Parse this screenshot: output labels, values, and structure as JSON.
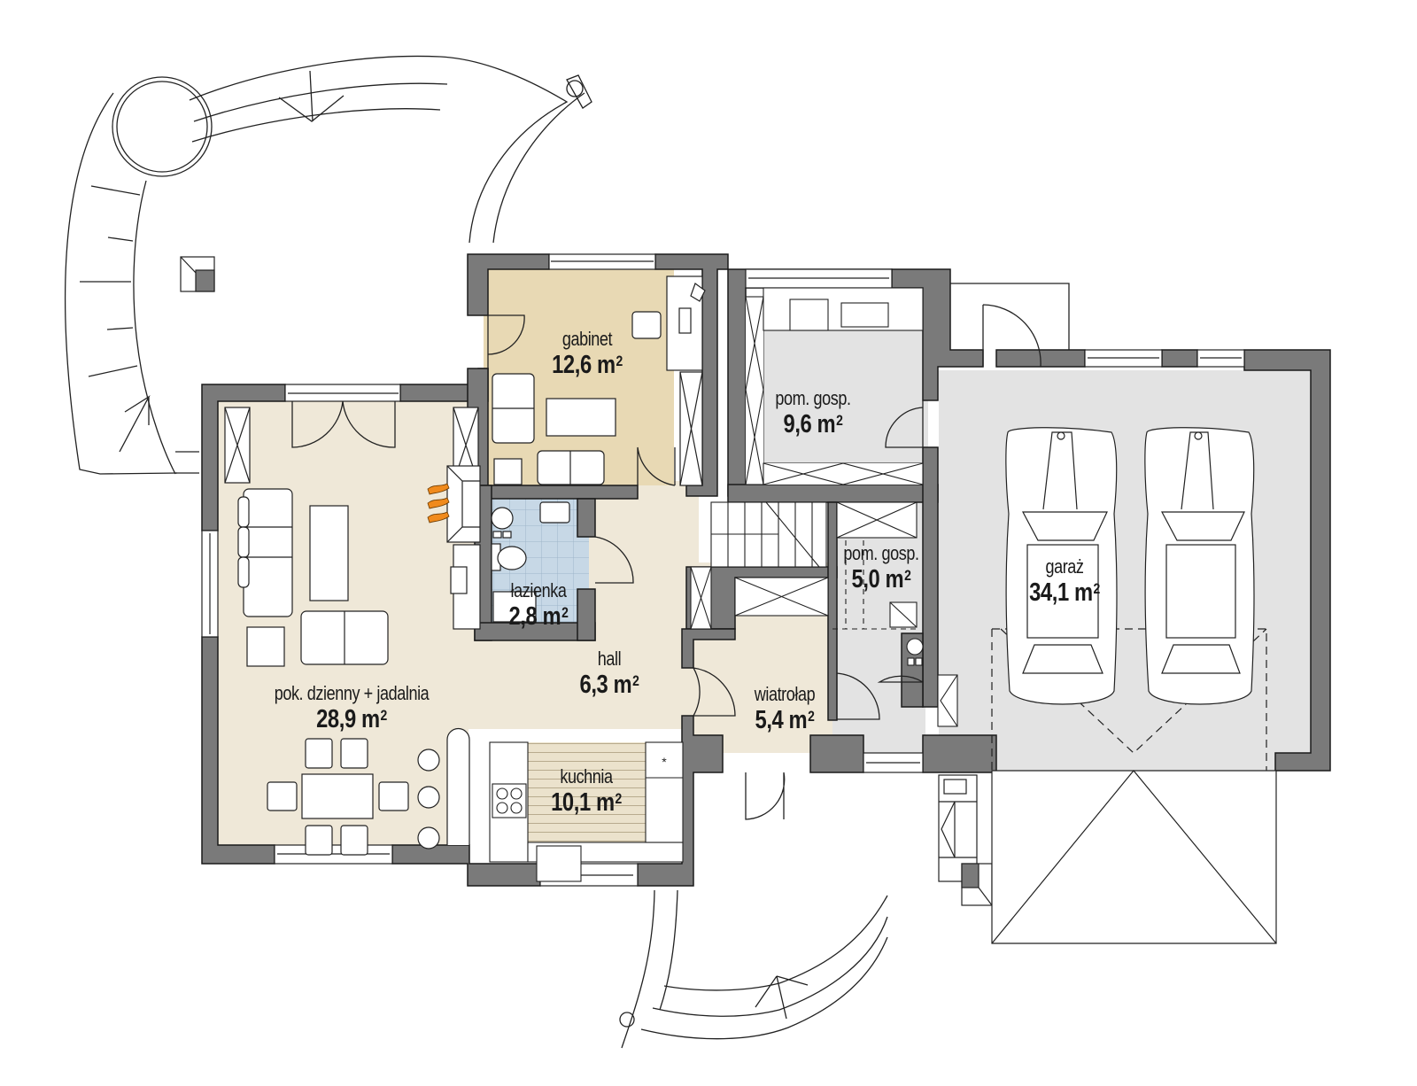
{
  "plan": {
    "title": "Ground floor plan",
    "colors": {
      "wall": "#7a7a7a",
      "wall_outline": "#1a1a1a",
      "living": "#efe8d8",
      "office": "#e8d9b4",
      "bathroom": "#c7d8e6",
      "utility": "#e3e3e3",
      "garage": "#e3e3e3",
      "fireplace_flame": "#f08a1c",
      "kitchen_floor": "#ebe2cc"
    }
  },
  "rooms": [
    {
      "id": "gabinet",
      "name": "gabinet",
      "area": "12,6 m",
      "unit_sup": "2"
    },
    {
      "id": "living",
      "name": "pok. dzienny + jadalnia",
      "area": "28,9 m",
      "unit_sup": "2"
    },
    {
      "id": "lazienka",
      "name": "łazienka",
      "area": "2,8 m",
      "unit_sup": "2"
    },
    {
      "id": "hall",
      "name": "hall",
      "area": "6,3 m",
      "unit_sup": "2"
    },
    {
      "id": "kuchnia",
      "name": "kuchnia",
      "area": "10,1 m",
      "unit_sup": "2"
    },
    {
      "id": "pom_gosp_1",
      "name": "pom. gosp.",
      "area": "9,6 m",
      "unit_sup": "2"
    },
    {
      "id": "pom_gosp_2",
      "name": "pom. gosp.",
      "area": "5,0 m",
      "unit_sup": "2"
    },
    {
      "id": "wiatrolap",
      "name": "wiatrołap",
      "area": "5,4 m",
      "unit_sup": "2"
    },
    {
      "id": "garaz",
      "name": "garaż",
      "area": "34,1 m",
      "unit_sup": "2"
    }
  ],
  "icons": {
    "fireplace": "fireplace-flame-icon",
    "car": "car-icon",
    "stove": "stove-icon",
    "sink": "sink-icon",
    "toilet": "toilet-icon",
    "door": "door-swing-icon",
    "window": "window-icon",
    "stairs": "stairs-icon",
    "wardrobe": "wardrobe-icon"
  }
}
